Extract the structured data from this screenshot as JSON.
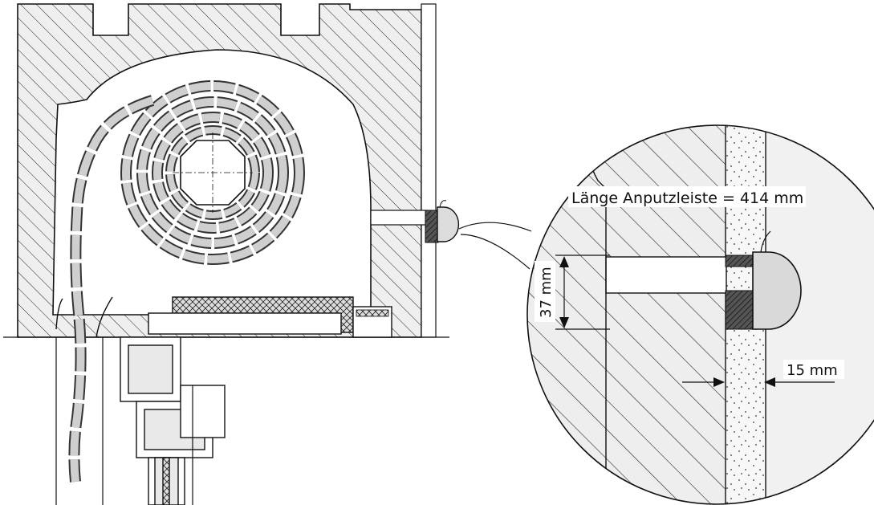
{
  "callout": {
    "length_label": "Länge Anputzleiste = 414 mm",
    "height_dimension": "37 mm",
    "depth_dimension": "15 mm"
  }
}
